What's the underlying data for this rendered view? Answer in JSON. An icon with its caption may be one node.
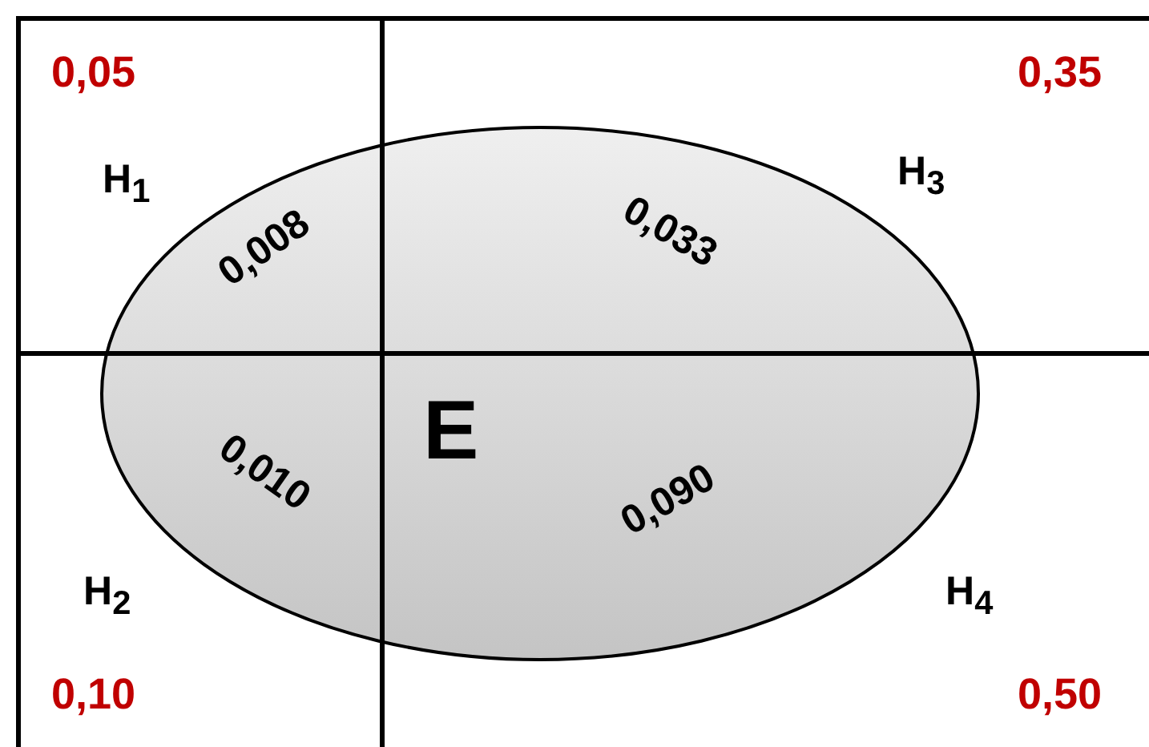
{
  "diagram": {
    "nodes": [
      {
        "text": [
          "E"
        ]
      }
    ],
    "labels": [
      "0,05",
      "0,35",
      "H$_{1}$",
      "H$_{3}$",
      "0,008",
      "0,033",
      "0,010",
      "0,090",
      "H$_{2}$",
      "H$_{4}$",
      "0,10",
      "0,50"
    ]
  }
}
